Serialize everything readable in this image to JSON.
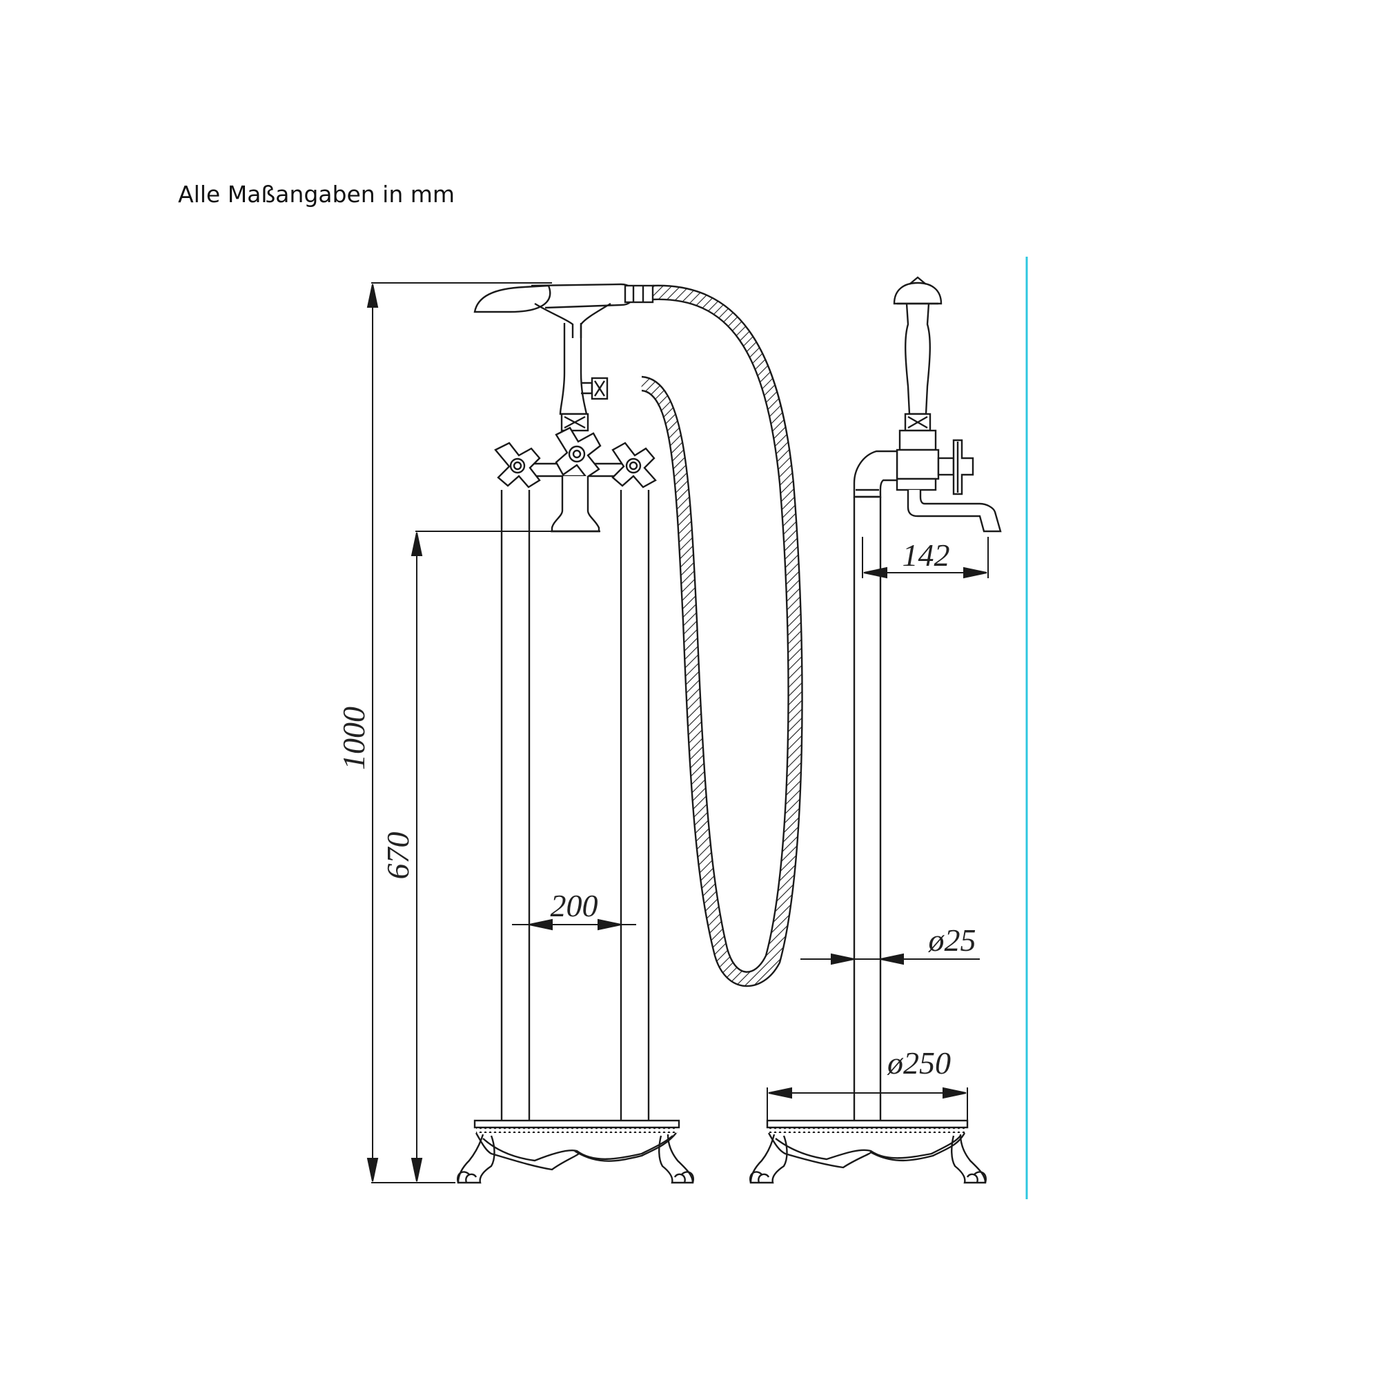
{
  "note": "Alle Maßangaben in mm",
  "dimensions": {
    "total_height": "1000",
    "spout_height": "670",
    "inlet_spacing": "200",
    "spout_reach": "142",
    "pipe_diameter": "ø25",
    "base_diameter": "ø250"
  },
  "colors": {
    "line": "#1a1a1a",
    "divider": "#2ec7e0"
  }
}
